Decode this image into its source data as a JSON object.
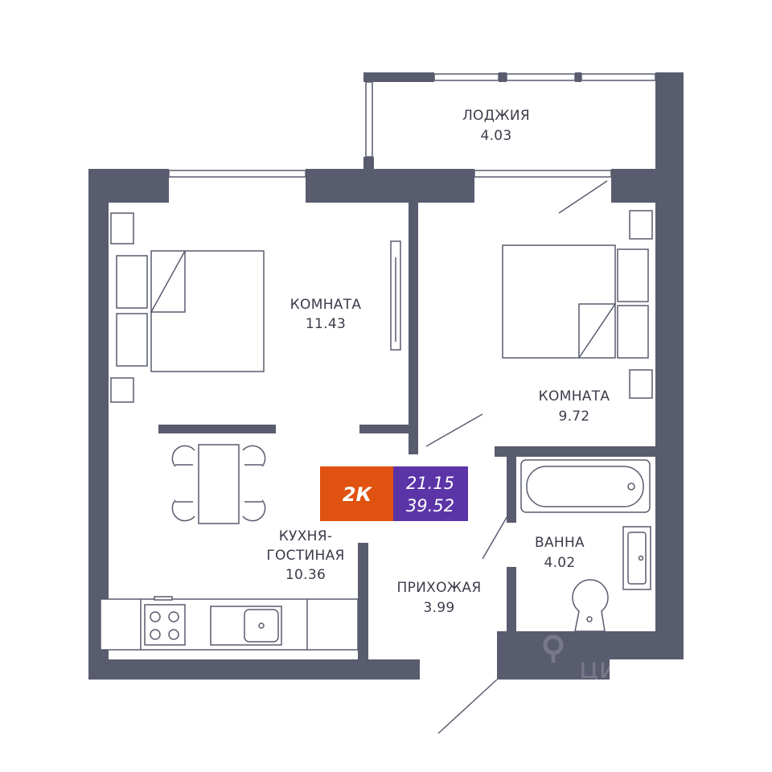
{
  "rooms": {
    "loggia": {
      "name": "ЛОДЖИЯ",
      "area": "4.03"
    },
    "room1": {
      "name": "КОМНАТА",
      "area": "11.43"
    },
    "room2": {
      "name": "КОМНАТА",
      "area": "9.72"
    },
    "kitchen": {
      "name_line1": "КУХНЯ-",
      "name_line2": "ГОСТИНАЯ",
      "area": "10.36"
    },
    "hallway": {
      "name": "ПРИХОЖАЯ",
      "area": "3.99"
    },
    "bath": {
      "name": "ВАННА",
      "area": "4.02"
    }
  },
  "badge": {
    "type": "2К",
    "living_area": "21.15",
    "total_area": "39.52",
    "type_color": "#e0520f",
    "area_color": "#5b35a8"
  },
  "colors": {
    "wall": "#595c6e"
  },
  "watermark": "циан"
}
